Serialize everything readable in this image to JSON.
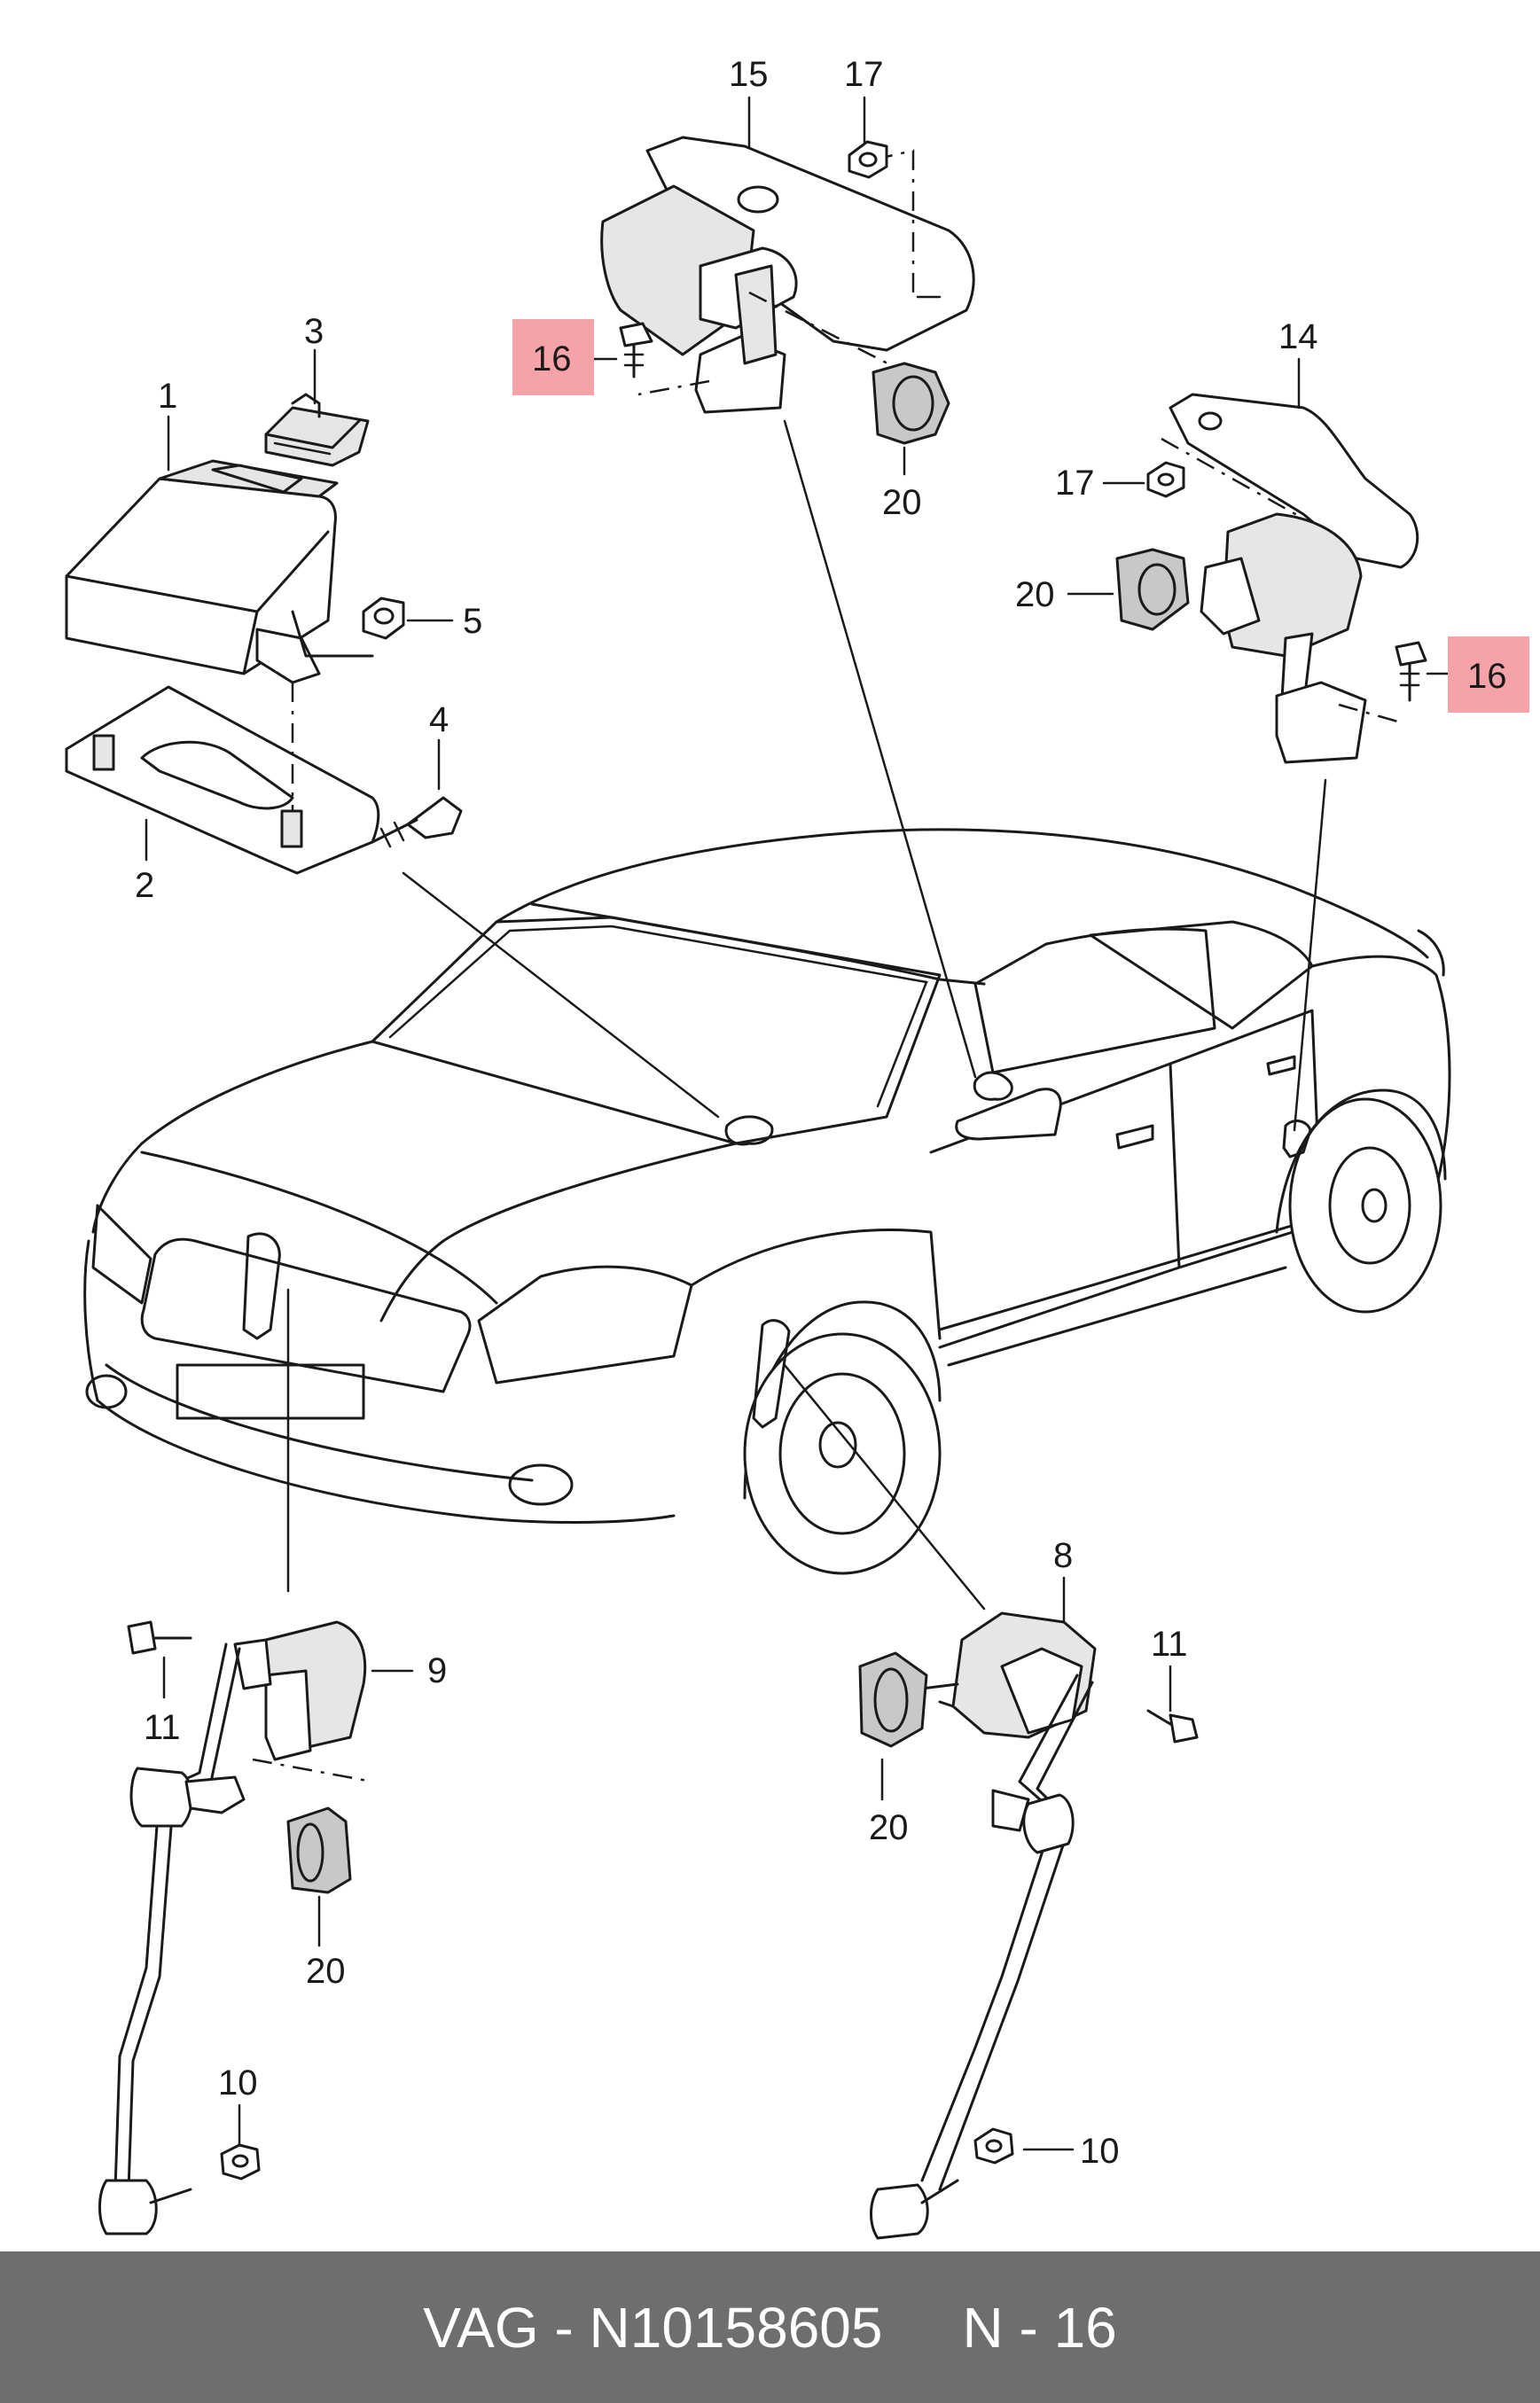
{
  "colors": {
    "footer_bg": "#6e6e6e",
    "footer_text": "#ffffff",
    "highlight": "#f5a3a8",
    "line": "#1a1a1a"
  },
  "footer": {
    "part_number": "VAG - N10158605",
    "position_ref": "N - 16"
  },
  "labels": {
    "l1": "1",
    "l2": "2",
    "l3": "3",
    "l4": "4",
    "l5": "5",
    "l8": "8",
    "l9": "9",
    "l10a": "10",
    "l10b": "10",
    "l11a": "11",
    "l11b": "11",
    "l14": "14",
    "l15": "15",
    "l16a": "16",
    "l16b": "16",
    "l17a": "17",
    "l17b": "17",
    "l20a": "20",
    "l20b": "20",
    "l20c": "20",
    "l20d": "20"
  },
  "icons": [
    "control-unit",
    "bracket",
    "connector",
    "bolt",
    "nut",
    "level-sensor",
    "coupling-rod",
    "car-body"
  ]
}
